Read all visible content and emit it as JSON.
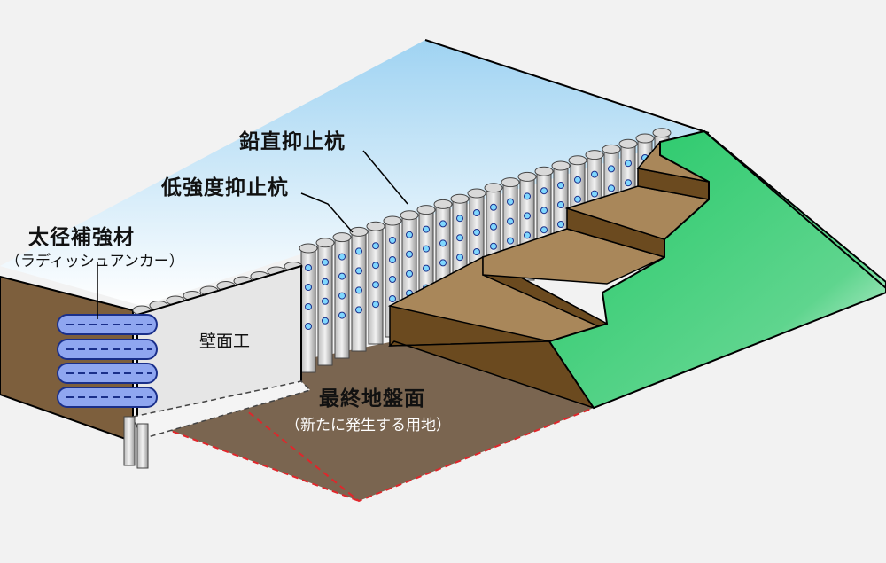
{
  "labels": {
    "vertical_pile": "鉛直抑止杭",
    "low_strength_pile": "低強度抑止杭",
    "large_reinforcement": "太径補強材",
    "large_reinforcement_note": "（ラディッシュアンカー）",
    "wall_work": "壁面工",
    "final_ground": "最終地盤面",
    "final_ground_note": "（新たに発生する用地）"
  },
  "colors": {
    "sky_top": "#9fd3f2",
    "sky_bottom": "#ffffff",
    "soil_top": "#a9875a",
    "soil_front": "#6b4a1f",
    "ground_plane": "#7a6550",
    "slope_green": "#2ecc71",
    "wall_face": "#e6e6e6",
    "reinforcement_blue": "#8fa6f0",
    "cut_line_red": "#e0262b"
  },
  "icons": [
    "pile-cap-icon",
    "anchor-bar-icon"
  ]
}
